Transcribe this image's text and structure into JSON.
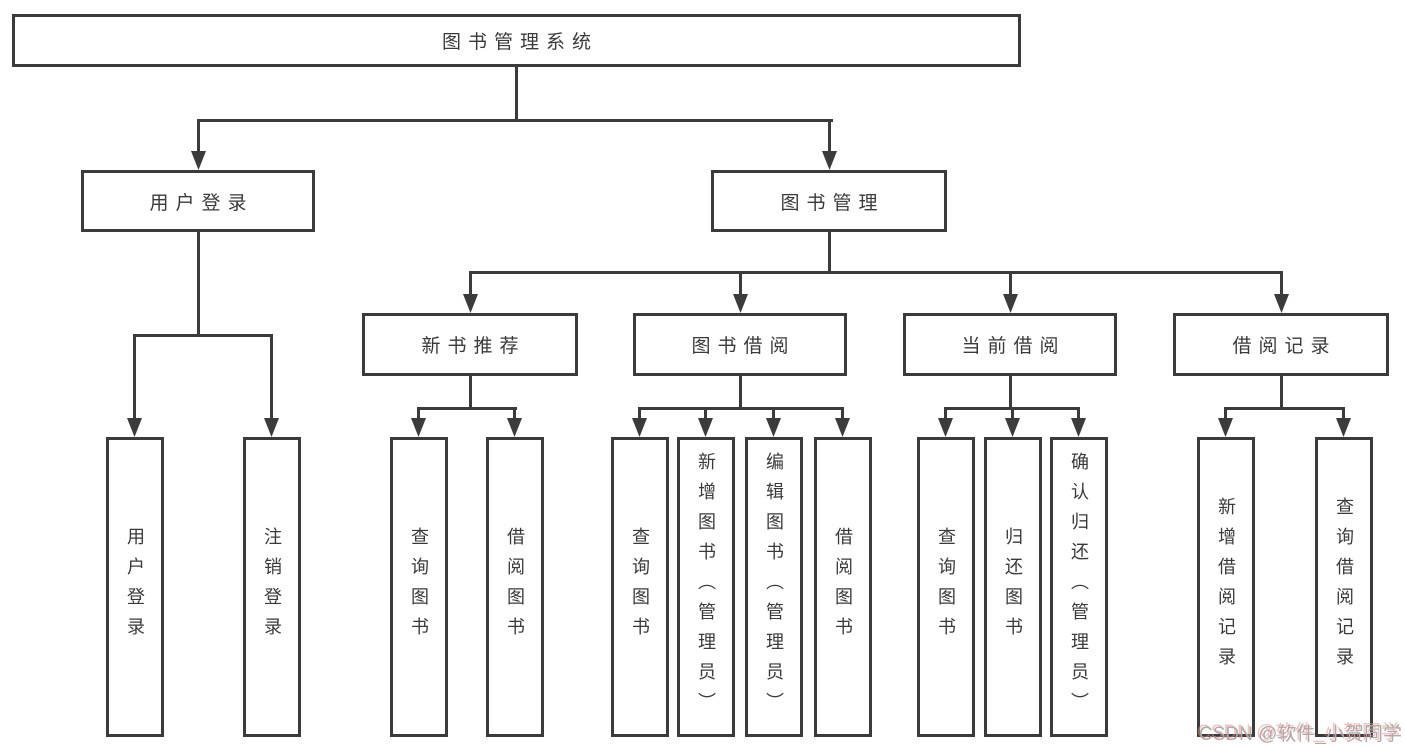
{
  "colors": {
    "line": "#3b3b3b",
    "text": "#3a3a3a",
    "background": "#ffffff",
    "watermark_gray": "#ababab",
    "watermark_red_shadow": "#f08c8c"
  },
  "diagram": {
    "root": {
      "label": "图书管理系统"
    },
    "level2": [
      {
        "label": "用户登录"
      },
      {
        "label": "图书管理"
      }
    ],
    "level3": [
      {
        "label": "新书推荐"
      },
      {
        "label": "图书借阅"
      },
      {
        "label": "当前借阅"
      },
      {
        "label": "借阅记录"
      }
    ],
    "leaves": {
      "user_login": [
        "用户登录",
        "注销登录"
      ],
      "new_book_recommend": [
        "查询图书",
        "借阅图书"
      ],
      "book_borrow": [
        "查询图书",
        "新增图书（管理员）",
        "编辑图书（管理员）",
        "借阅图书"
      ],
      "current_borrow": [
        "查询图书",
        "归还图书",
        "确认归还（管理员）"
      ],
      "borrow_records": [
        "新增借阅记录",
        "查询借阅记录"
      ]
    }
  },
  "watermark": {
    "text": "CSDN @软件_小贺同学"
  }
}
